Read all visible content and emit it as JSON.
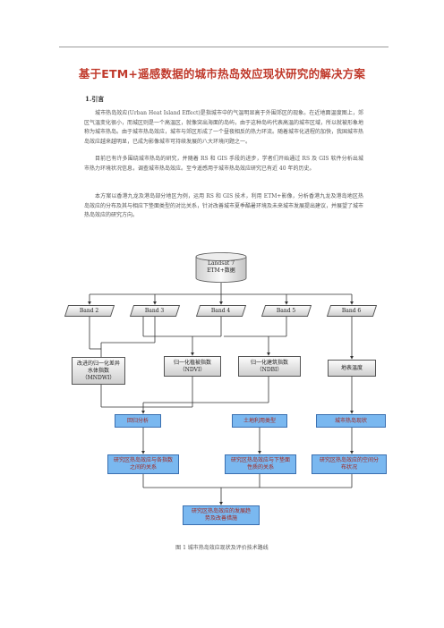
{
  "title": "基于ETM+遥感数据的城市热岛效应现状研究的解决方案",
  "section_heading": "1.引言",
  "paragraphs": [
    "城市热岛效应(Urban Heat Island Effect)是指城市中的气温明显高于外围郊区的现象。在近地面温度图上，郊区气温变化很小，而城区则是一个高温区，就像突出海面的岛屿，由于这种岛屿代表高温的城市区域，所以就被形象地称为城市热岛。由于城市热岛效应，城市与郊区形成了一个昼夜相反的热力环流。随着城市化进程的加快，我国城市热岛效应越来越明显，已成为影像城市可持续发展的八大环境问题之一。",
    "目前已有许多围绕城市热岛的研究，并随着 RS 和 GIS 手段的进步，学者们开始通过 RS 及 GIS 软件分析出城市热力环境状况信息，调查城市热岛效应。至今遥感用于城市热岛效应研究已有近 40 年的历史。",
    "本方案以香港九龙及港岛部分地区为例，运用 RS 和 GIS 技术，利用 ETM+影像，分析香港九龙及港岛地区热岛效应的分布及其与相应下垫面类型的对比关系，针对改善城市夏季酷暑环境及未来城市发展提出建议，并展望了城市热岛效应的研究方向。"
  ],
  "flowchart": {
    "source": "Landsat 7\nETM+数据",
    "bands": [
      "Band 2",
      "Band 3",
      "Band 4",
      "Band 5",
      "Band 6"
    ],
    "indices": [
      "改进的归一化差异水体指数（MNDWI）",
      "归一化植被指数（NDVI）",
      "归一化建筑指数（NDBI）",
      "地表温度"
    ],
    "analysis": [
      "回归分析",
      "土地利用类型",
      "城市热岛现状"
    ],
    "studies": [
      "研究区热岛效应与各指数之间的关系",
      "研究区热岛效应与下垫面性质的关系",
      "研究区热岛效应的空间分布状况"
    ],
    "final": "研究区热岛效应的发展趋势及改善措施"
  },
  "caption": "图 1 城市热岛效应现状及评价技术路线"
}
